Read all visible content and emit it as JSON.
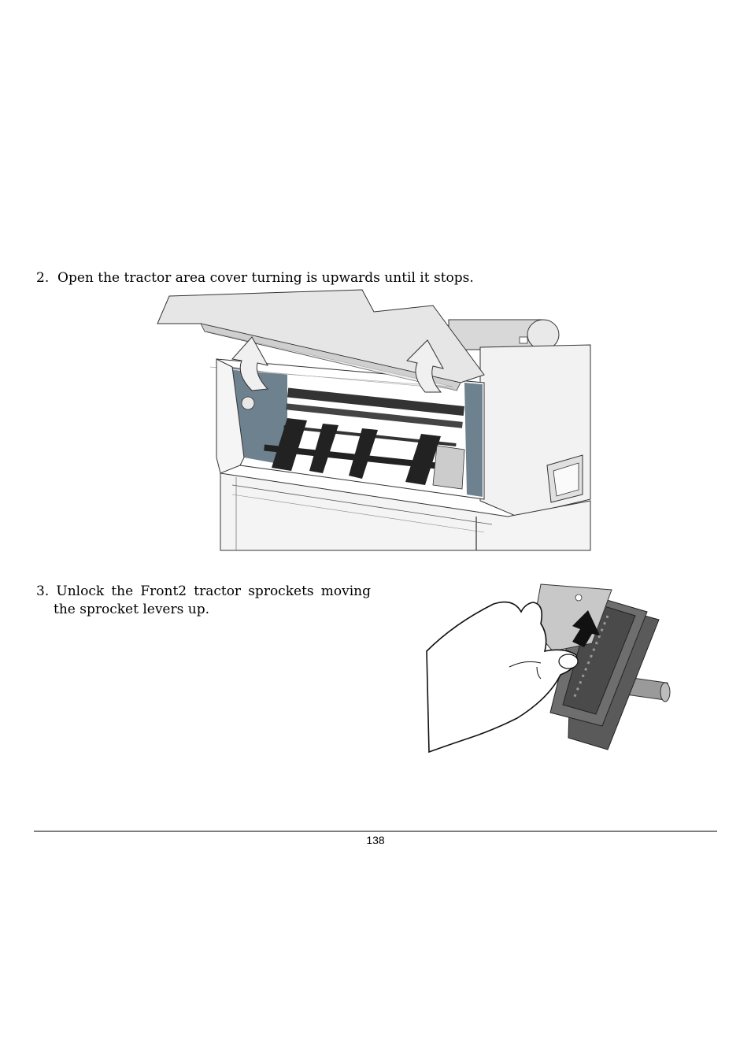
{
  "steps": [
    {
      "number": "2.",
      "text": "Open the tractor area cover turning is upwards until it stops."
    },
    {
      "number": "3.",
      "text_line1": "Unlock the Front2 tractor sprockets moving",
      "text_line2": "the sprocket levers up."
    }
  ],
  "footer": {
    "page_number": "138"
  }
}
